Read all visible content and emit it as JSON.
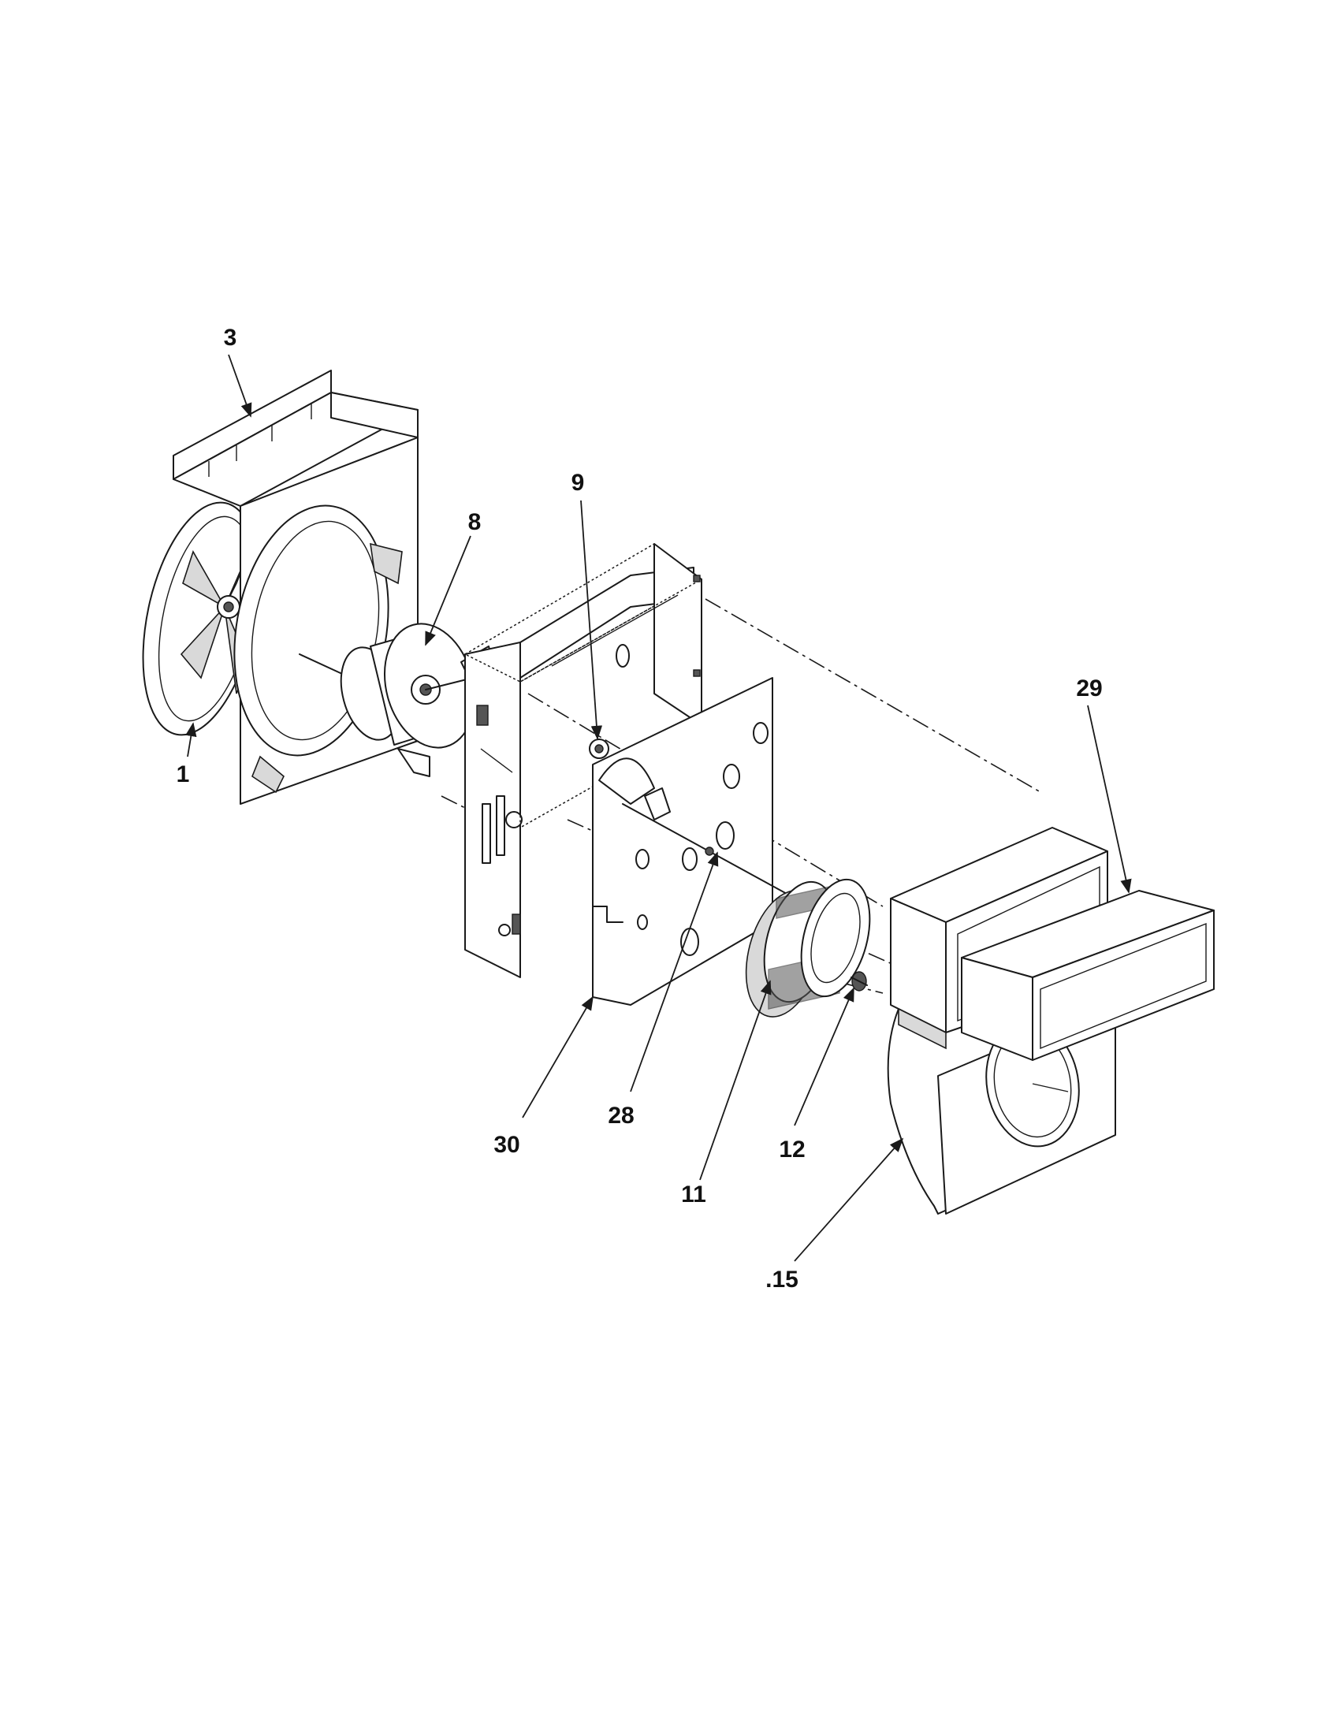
{
  "diagram": {
    "callouts": [
      {
        "id": "part-3",
        "label": "3"
      },
      {
        "id": "part-8",
        "label": "8"
      },
      {
        "id": "part-9",
        "label": "9"
      },
      {
        "id": "part-1",
        "label": "1"
      },
      {
        "id": "part-29",
        "label": "29"
      },
      {
        "id": "part-30",
        "label": "30"
      },
      {
        "id": "part-28",
        "label": "28"
      },
      {
        "id": "part-11",
        "label": "11"
      },
      {
        "id": "part-12",
        "label": "12"
      },
      {
        "id": "part-15",
        "label": ".15"
      }
    ]
  }
}
